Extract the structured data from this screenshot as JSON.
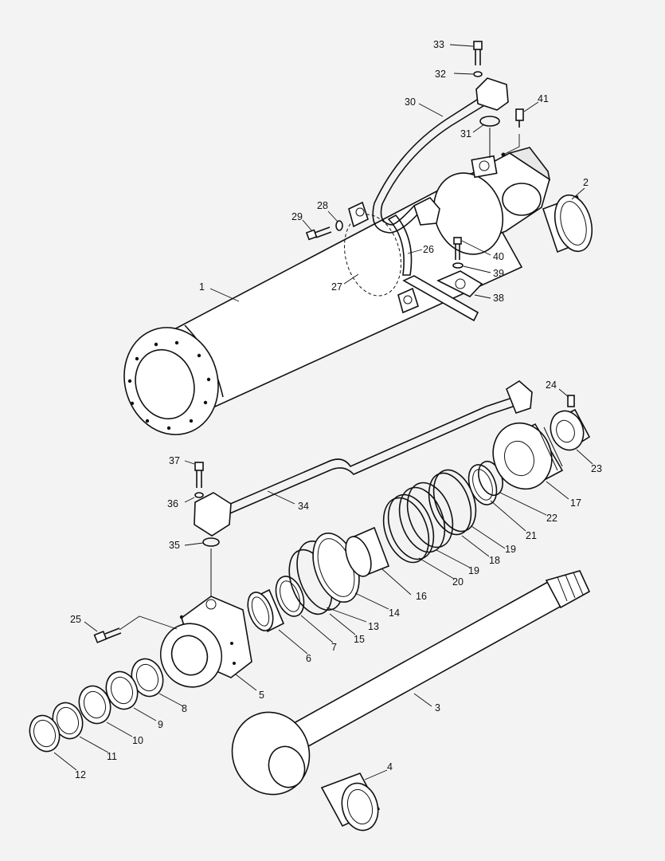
{
  "callouts": [
    "1",
    "2",
    "3",
    "4",
    "5",
    "6",
    "7",
    "8",
    "9",
    "10",
    "11",
    "12",
    "13",
    "14",
    "15",
    "16",
    "17",
    "18",
    "19",
    "19",
    "20",
    "21",
    "22",
    "23",
    "24",
    "25",
    "26",
    "27",
    "28",
    "29",
    "30",
    "31",
    "32",
    "33",
    "34",
    "35",
    "36",
    "37",
    "38",
    "39",
    "40",
    "41"
  ],
  "colors": {
    "background": "#f3f3f3",
    "line": "#111111",
    "fill": "#ffffff"
  }
}
